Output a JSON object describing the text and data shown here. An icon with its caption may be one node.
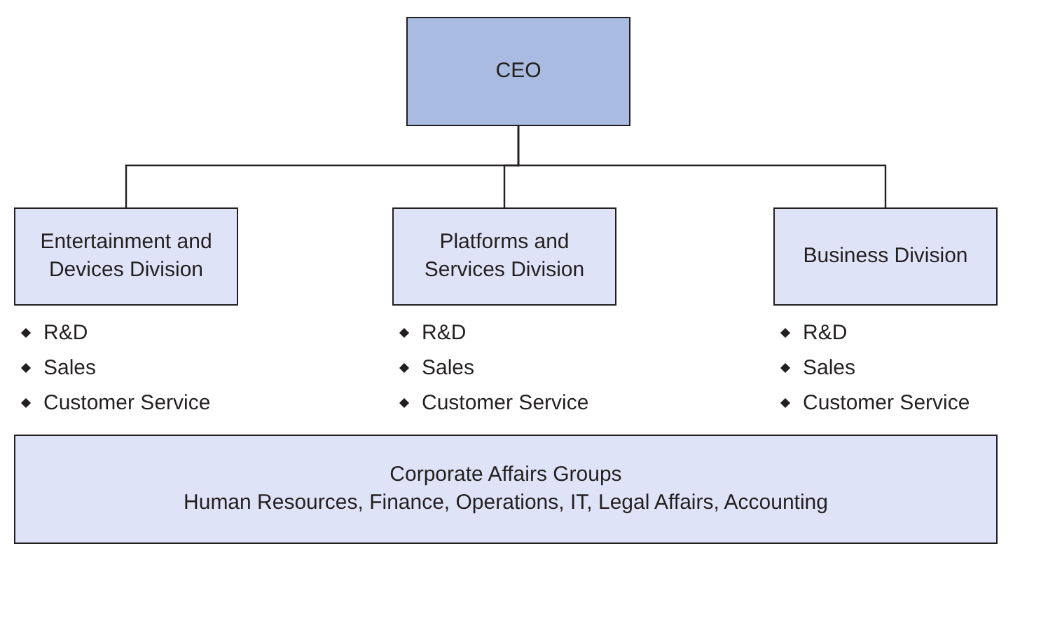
{
  "diagram": {
    "nodes": [
      {
        "text": [
          "CEO"
        ]
      },
      {
        "text": [
          "Entertainment and Devices Division"
        ],
        "beside": [
          "R&D",
          "Sales",
          "Customer Service"
        ]
      },
      {
        "text": [
          "Platforms and Services Division"
        ],
        "beside": [
          "R&D",
          "Sales",
          "Customer Service"
        ]
      },
      {
        "text": [
          "Business Division"
        ],
        "beside": [
          "R&D",
          "Sales",
          "Customer Service"
        ]
      },
      {
        "text": [
          "Corporate Affairs Groups",
          "Human Resources, Finance, Operations, IT, Legal Affairs, Accounting"
        ]
      }
    ],
    "edges": [
      {
        "from": 0,
        "to": 1,
        "arrow": "none"
      },
      {
        "from": 0,
        "to": 2,
        "arrow": "none"
      },
      {
        "from": 0,
        "to": 3,
        "arrow": "none"
      }
    ]
  }
}
